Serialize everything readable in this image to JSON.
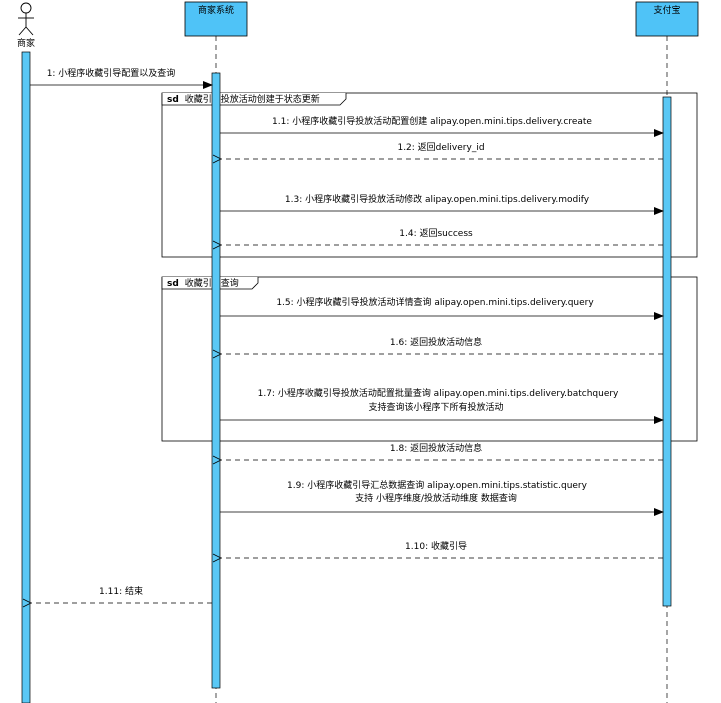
{
  "participants": {
    "merchant": "商家",
    "merchant_system": "商家系统",
    "alipay": "支付宝"
  },
  "frames": [
    {
      "keyword": "sd",
      "title": "收藏引导投放活动创建于状态更新"
    },
    {
      "keyword": "sd",
      "title": "收藏引导查询"
    }
  ],
  "messages": [
    {
      "label": "1: 小程序收藏引导配置以及查询"
    },
    {
      "label": "1.1: 小程序收藏引导投放活动配置创建 alipay.open.mini.tips.delivery.create"
    },
    {
      "label": "1.2: 返回delivery_id"
    },
    {
      "label": "1.3: 小程序收藏引导投放活动修改 alipay.open.mini.tips.delivery.modify"
    },
    {
      "label": "1.4: 返回success"
    },
    {
      "label": "1.5: 小程序收藏引导投放活动详情查询  alipay.open.mini.tips.delivery.query"
    },
    {
      "label": "1.6: 返回投放活动信息"
    },
    {
      "label": "1.7: 小程序收藏引导投放活动配置批量查询  alipay.open.mini.tips.delivery.batchquery",
      "label2": "支持查询该小程序下所有投放活动"
    },
    {
      "label": "1.8: 返回投放活动信息"
    },
    {
      "label": "1.9: 小程序收藏引导汇总数据查询 alipay.open.mini.tips.statistic.query",
      "label2": "支持 小程序维度/投放活动维度 数据查询"
    },
    {
      "label": "1.10: 收藏引导"
    },
    {
      "label": "1.11: 结束"
    }
  ],
  "colors": {
    "header_fill": "#4fc3f7",
    "activation_fill": "#5ac8f5",
    "line": "#000000"
  }
}
